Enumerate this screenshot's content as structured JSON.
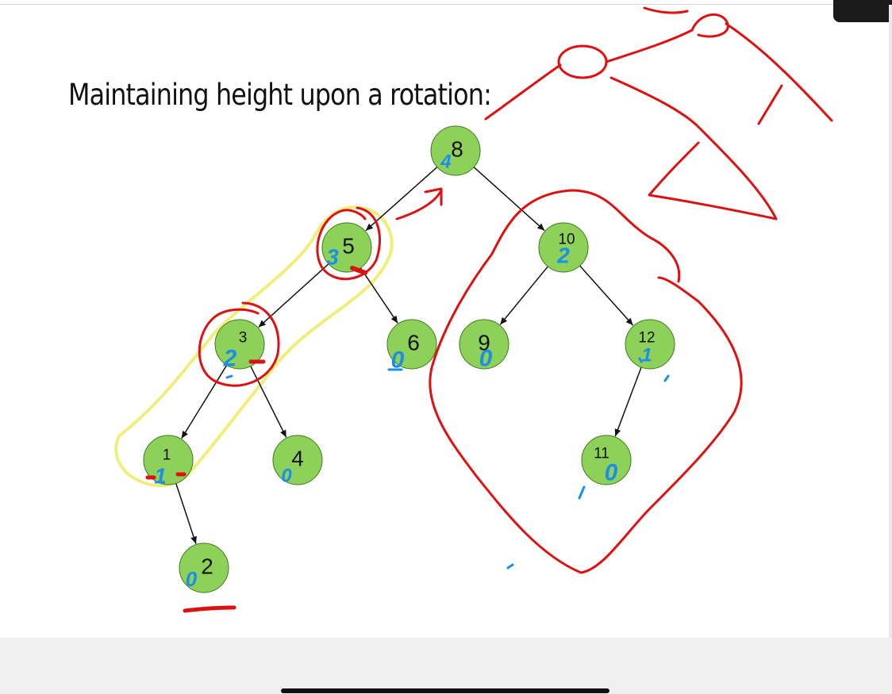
{
  "slide": {
    "title": "Maintaining height upon a rotation:"
  },
  "colors": {
    "node_fill": "#8ed15a",
    "node_stroke": "#3c7a1e",
    "edge": "#111111",
    "ink_red": "#dd1111",
    "ink_blue": "#1b8fe6",
    "highlight_yellow": "#f0ee7a"
  },
  "tree": {
    "nodes": [
      {
        "id": "n8",
        "label": "8",
        "annotation": "4"
      },
      {
        "id": "n5",
        "label": "5",
        "annotation": "3"
      },
      {
        "id": "n10",
        "label": "10",
        "annotation": "2"
      },
      {
        "id": "n3",
        "label": "3",
        "annotation": "2"
      },
      {
        "id": "n6",
        "label": "6",
        "annotation": "0"
      },
      {
        "id": "n9",
        "label": "9",
        "annotation": "0"
      },
      {
        "id": "n12",
        "label": "12",
        "annotation": "1"
      },
      {
        "id": "n1",
        "label": "1",
        "annotation": "1"
      },
      {
        "id": "n4",
        "label": "4",
        "annotation": "0"
      },
      {
        "id": "n11",
        "label": "11",
        "annotation": "0"
      },
      {
        "id": "n2",
        "label": "2",
        "annotation": "0"
      }
    ],
    "edges": [
      [
        "n8",
        "n5"
      ],
      [
        "n8",
        "n10"
      ],
      [
        "n5",
        "n3"
      ],
      [
        "n5",
        "n6"
      ],
      [
        "n10",
        "n9"
      ],
      [
        "n10",
        "n12"
      ],
      [
        "n3",
        "n1"
      ],
      [
        "n3",
        "n4"
      ],
      [
        "n12",
        "n11"
      ],
      [
        "n1",
        "n2"
      ]
    ]
  }
}
